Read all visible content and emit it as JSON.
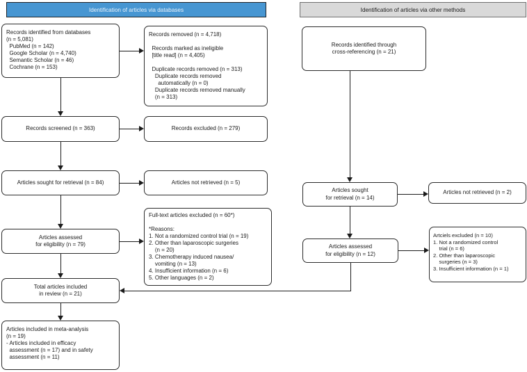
{
  "headers": {
    "databases": {
      "label": "Identification of articles via databases",
      "bg": "#4796D2",
      "text_color": "#EDF4FB",
      "border_color": "#1c2126"
    },
    "other_methods": {
      "label": "Identification of articles via other methods",
      "bg": "#D9D9D9",
      "text_color": "#1a1a1a",
      "border_color": "#6e6e6e"
    }
  },
  "colors": {
    "background": "#ffffff",
    "box_border": "#2b2b2b",
    "arrow": "#1a1a1a"
  },
  "database_column": {
    "records_identified": "Records identified from databases\n(n = 5,081)\n  PubMed (n = 142)\n  Google Scholar (n = 4,740)\n  Semantic Scholar (n = 46)\n  Cochrane (n = 153)",
    "records_removed": "Records removed (n = 4,718)\n\n  Records marked as ineligible\n  [title read] (n = 4,405)\n\n  Duplicate records removed (n = 313)\n    Duplicate records removed\n      automatically (n = 0)\n    Duplicate records removed manually\n    (n = 313)",
    "records_screened": "Records screened (n = 363)",
    "records_excluded": "Records excluded (n = 279)",
    "articles_sought": "Articles sought for retrieval (n = 84)",
    "articles_not_retrieved": "Articles not retrieved (n = 5)",
    "fulltext_excluded": "Full-text articles excluded (n = 60*)\n\n*Reasons:\n1. Not a randomized control trial (n = 19)\n2. Other than laparoscopic surgeries\n    (n = 20)\n3. Chemotherapy induced nausea/\n    vomiting (n = 13)\n4. Insufficient information (n = 6)\n5. Other languages (n = 2)",
    "articles_assessed": "Articles assessed\nfor eligibility (n = 79)",
    "total_included": "Total articles included\nin review (n = 21)",
    "meta_analysis": "Articles included in meta-analysis\n(n = 19)\n- Articles included in efficacy\n  assessment (n = 17) and in safety\n  assessment (n = 11)"
  },
  "other_methods_column": {
    "cross_referencing": "Records identified through\ncross-referencing (n = 21)",
    "articles_sought": "Articles sought\nfor retrieval (n = 14)",
    "articles_not_retrieved": "Articles not retrieved (n = 2)",
    "articles_assessed": "Articles assessed\nfor eligibility (n = 12)",
    "articles_excluded": "Artciels excluded (n = 10)\n1. Not a randomized control\n    trial (n = 6)\n2. Other than laparoscopic\n    surgeries (n = 3)\n3. Insufficient information (n = 1)"
  }
}
